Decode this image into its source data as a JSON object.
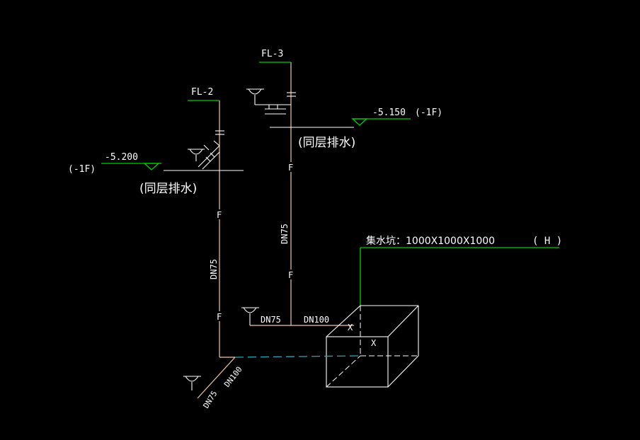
{
  "colors": {
    "background": "#000000",
    "pipe": "#f4c7a6",
    "leader": "#00d000",
    "text": "#ffffff",
    "pit_dash": "#2aa6b8",
    "device": "#ffffff"
  },
  "riser_left": {
    "label": "FL-2",
    "level": "-5.200",
    "floor": "(-1F)",
    "note": "(同层排水)",
    "pipe_size": "DN75"
  },
  "riser_right": {
    "label": "FL-3",
    "level": "-5.150",
    "floor": "(-1F)",
    "note": "(同层排水)",
    "pipe_size": "DN75"
  },
  "pit": {
    "label": "集水坑：1000X1000X1000",
    "tag": "( H )",
    "mark": "X"
  },
  "branch": {
    "inlet_size": "DN75",
    "outlet_size": "DN100",
    "mark": "X"
  },
  "bottom": {
    "size_a": "DN75",
    "size_b": "DN100"
  },
  "flow_mark": "F"
}
